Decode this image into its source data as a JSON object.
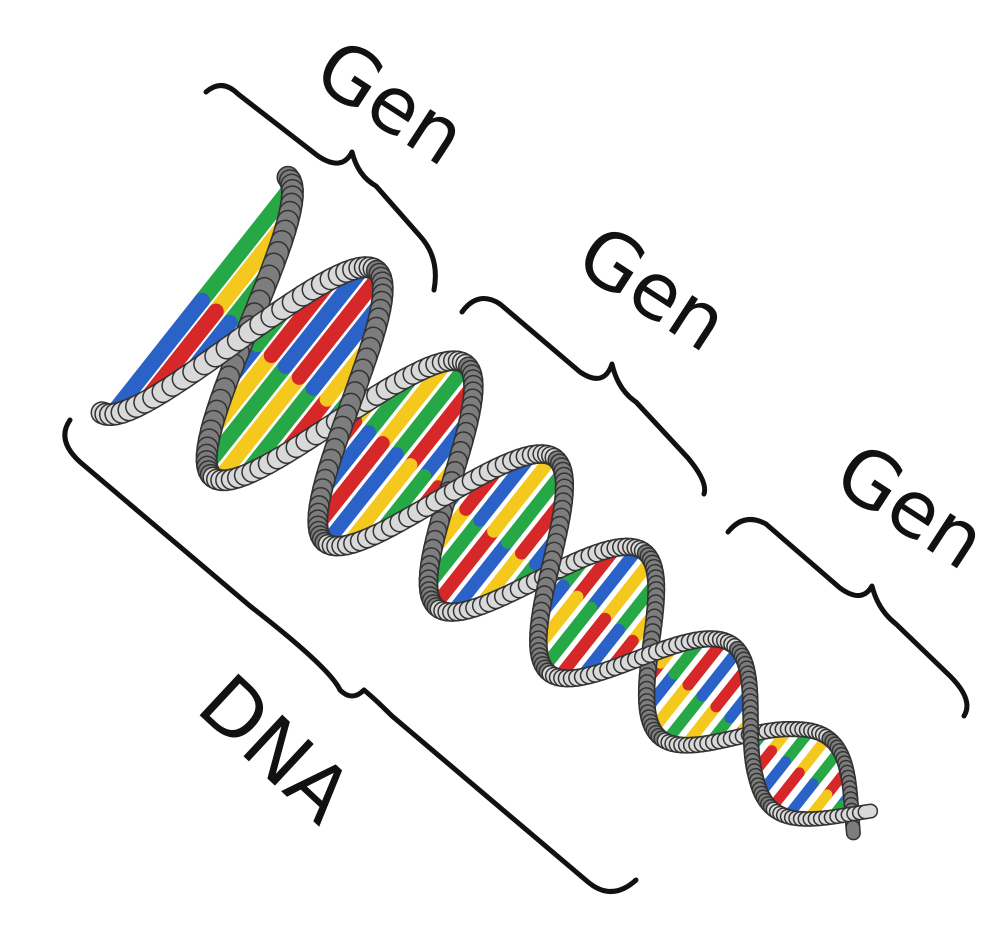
{
  "labels": {
    "gene_1": "Gen",
    "gene_2": "Gen",
    "gene_3": "Gen",
    "molecule": "DNA"
  },
  "colors": {
    "background": "#ffffff",
    "backbone_front": "#d9d9d9",
    "backbone_back": "#7d7d7d",
    "backbone_outline": "#333333",
    "base_green": "#27a846",
    "base_blue": "#2a62c7",
    "base_red": "#d62828",
    "base_yellow": "#f4c81c",
    "bracket": "#111111",
    "text": "#111111"
  },
  "base_pair_colors": [
    [
      "base_green",
      "base_blue"
    ],
    [
      "base_yellow",
      "base_red"
    ],
    [
      "base_green",
      "base_blue"
    ],
    [
      "base_red",
      "base_yellow"
    ],
    [
      "base_blue",
      "base_green"
    ],
    [
      "base_yellow",
      "base_red"
    ]
  ]
}
